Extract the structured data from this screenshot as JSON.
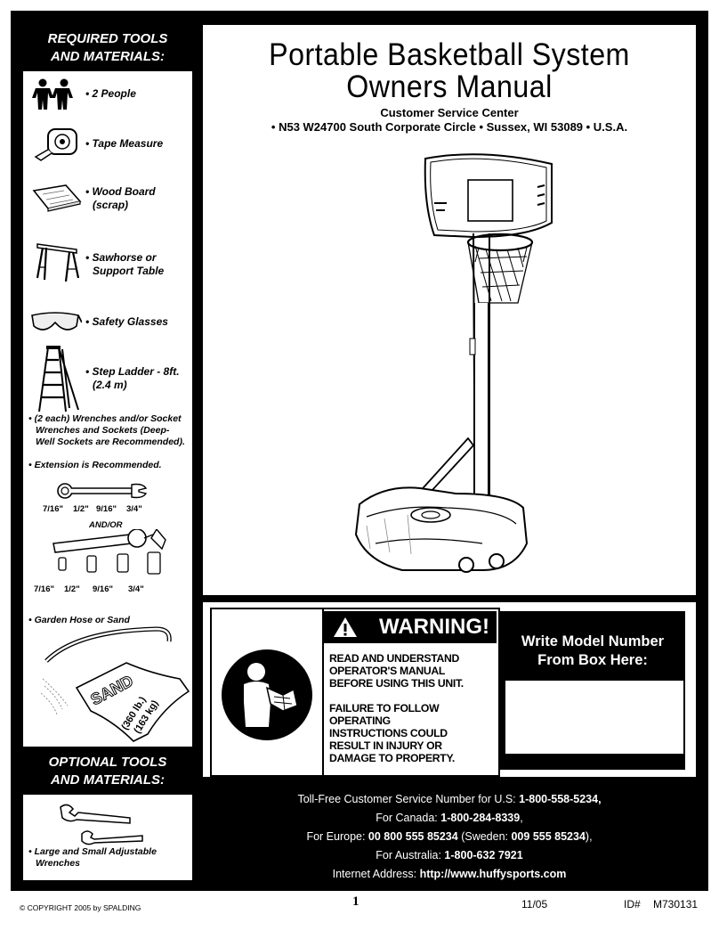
{
  "left": {
    "required_heading": [
      "REQUIRED TOOLS",
      "AND MATERIALS:"
    ],
    "items": [
      {
        "icon": "two-people-icon",
        "label": [
          "• 2 People"
        ]
      },
      {
        "icon": "tape-measure-icon",
        "label": [
          "• Tape Measure"
        ]
      },
      {
        "icon": "wood-board-icon",
        "label": [
          "• Wood Board",
          "  (scrap)"
        ]
      },
      {
        "icon": "sawhorse-icon",
        "label": [
          "• Sawhorse or",
          "  Support Table"
        ]
      },
      {
        "icon": "safety-glasses-icon",
        "label": [
          "• Safety Glasses"
        ]
      },
      {
        "icon": "step-ladder-icon",
        "label": [
          "• Step Ladder - 8ft.",
          "  (2.4 m)"
        ]
      }
    ],
    "wrench_note": [
      "• (2 each) Wrenches and/or Socket",
      "  Wrenches and Sockets (Deep-",
      "  Well Sockets are Recommended)."
    ],
    "extension_note": "• Extension is Recommended.",
    "wrench_sizes": [
      "7/16\"",
      "1/2\"",
      "9/16\"",
      "3/4\""
    ],
    "and_or": "AND/OR",
    "socket_sizes": [
      "7/16\"",
      "1/2\"",
      "9/16\"",
      "3/4\""
    ],
    "garden_hose_label": "• Garden Hose or Sand",
    "sand_bag": {
      "word": "SAND",
      "weight_lb": "(360 lb.)",
      "weight_kg": "(163 kg)"
    },
    "optional_heading": [
      "OPTIONAL TOOLS",
      "AND MATERIALS:"
    ],
    "optional_label": [
      "• Large and Small Adjustable",
      "  Wrenches"
    ]
  },
  "main": {
    "title": [
      "Portable Basketball System",
      "Owners Manual"
    ],
    "service_center": "Customer Service Center",
    "address": "• N53 W24700 South Corporate Circle • Sussex, WI 53089 • U.S.A."
  },
  "warning": {
    "heading": "WARNING!",
    "lines1": [
      "READ AND UNDERSTAND",
      "OPERATOR'S MANUAL",
      "BEFORE USING THIS UNIT."
    ],
    "lines2": [
      "FAILURE TO FOLLOW",
      "OPERATING",
      "INSTRUCTIONS COULD",
      "RESULT IN INJURY OR",
      "DAMAGE TO PROPERTY."
    ]
  },
  "model_box": {
    "title": [
      "Write Model Number",
      "From Box Here:"
    ],
    "value": ""
  },
  "contact": {
    "us_label": "Toll-Free Customer Service Number for U.S: ",
    "us_number": "1-800-558-5234,",
    "canada_label": "For Canada:  ",
    "canada_number": "1-800-284-8339",
    "canada_tail": ",",
    "europe_label": "For Europe: ",
    "europe_number": "00 800 555 85234",
    "europe_mid": " (Sweden: ",
    "sweden_number": "009 555 85234",
    "europe_tail": "),",
    "australia_label": "For Australia: ",
    "australia_number": "1-800-632 7921",
    "internet_label": "Internet Address: ",
    "internet_url": "http://www.huffysports.com"
  },
  "footer": {
    "copyright": "© COPYRIGHT 2005 by SPALDING",
    "page": "1",
    "date": "11/05",
    "id_label": "ID#",
    "id_value": "M730131"
  }
}
